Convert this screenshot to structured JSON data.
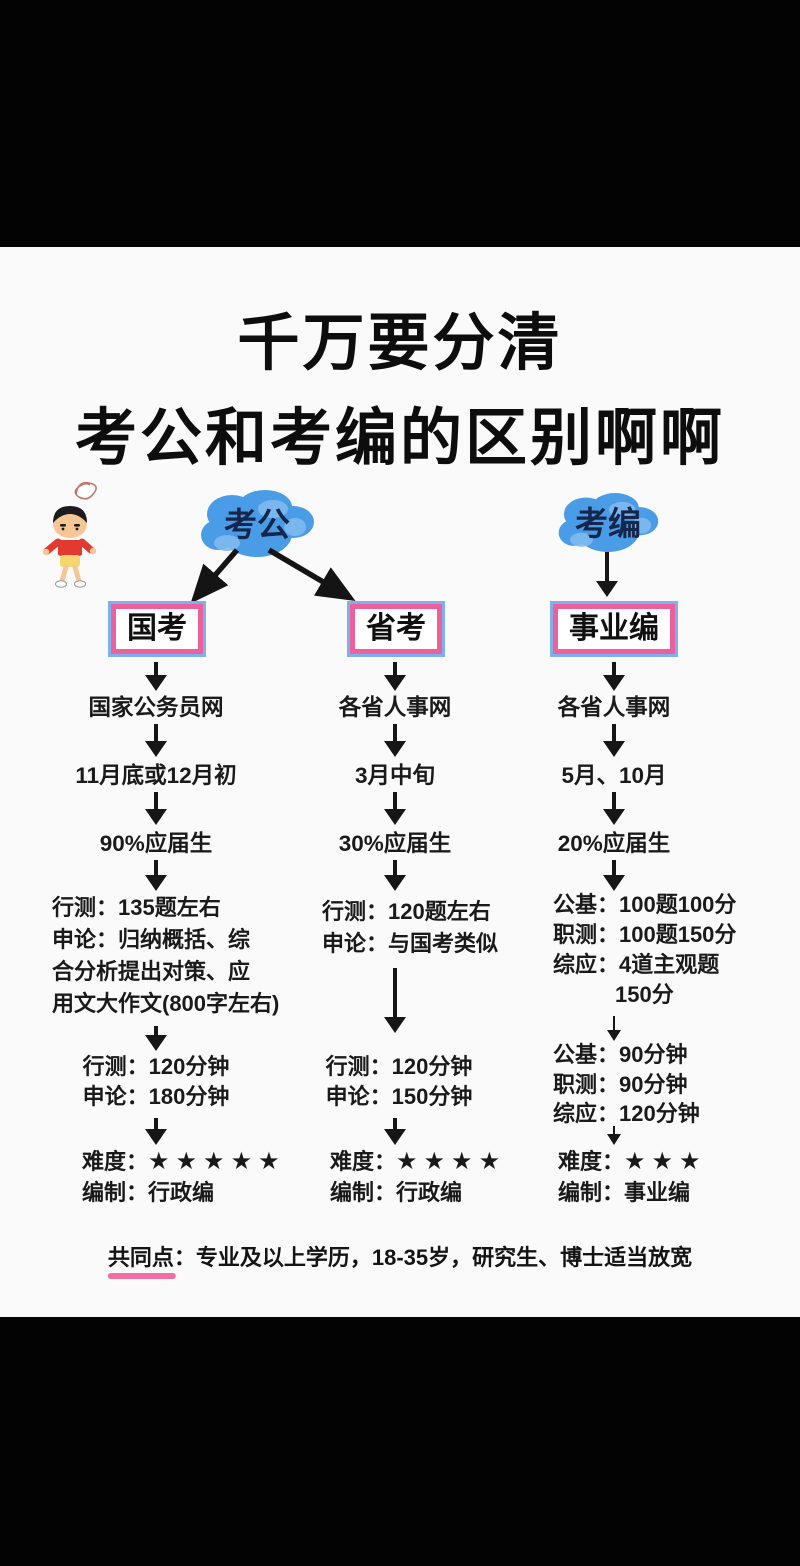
{
  "title": {
    "line1": "千万要分清",
    "line2": "考公和考编的区别啊啊"
  },
  "clouds": {
    "left": "考公",
    "right": "考编"
  },
  "columns": [
    {
      "box": "国考",
      "steps": [
        "国家公务员网",
        "11月底或12月初",
        "90%应届生"
      ],
      "exam": [
        "行测：135题左右",
        "申论：归纳概括、综",
        "合分析提出对策、应",
        "用文大作文(800字左右)"
      ],
      "duration": [
        "行测：120分钟",
        "申论：180分钟"
      ],
      "difficulty_label": "难度：",
      "stars": "★★★★★",
      "establishment": "编制：行政编"
    },
    {
      "box": "省考",
      "steps": [
        "各省人事网",
        "3月中旬",
        "30%应届生"
      ],
      "exam": [
        "行测：120题左右",
        "申论：与国考类似"
      ],
      "duration": [
        "行测：120分钟",
        "申论：150分钟"
      ],
      "difficulty_label": "难度：",
      "stars": "★★★★",
      "establishment": "编制：行政编"
    },
    {
      "box": "事业编",
      "steps": [
        "各省人事网",
        "5月、10月",
        "20%应届生"
      ],
      "exam": [
        "公基：100题100分",
        "职测：100题150分",
        "综应：4道主观题",
        "150分"
      ],
      "duration": [
        "公基：90分钟",
        "职测：90分钟",
        "综应：120分钟"
      ],
      "difficulty_label": "难度：",
      "stars": "★★★",
      "establishment": "编制：事业编"
    }
  ],
  "footer": {
    "label": "共同点：",
    "body": "专业及以上学历，18-35岁，研究生、博士适当放宽"
  },
  "icons": {
    "mascot": "crayon-shinchan-jump-rope",
    "branch_arrows": "diagonal-down-arrows",
    "flow_arrow": "down-arrow"
  },
  "colors": {
    "letterbox": "#030303",
    "background": "#fafafb",
    "box_border_pink": "#ee5f9e",
    "box_ring_blue": "#7cb1ec",
    "cloud_blue": "#4a9ce6",
    "cloud_blue_light": "#7fbaf0",
    "cloud_text": "#16264a",
    "underline_pink": "#ee6fa0",
    "text": "#141414"
  }
}
